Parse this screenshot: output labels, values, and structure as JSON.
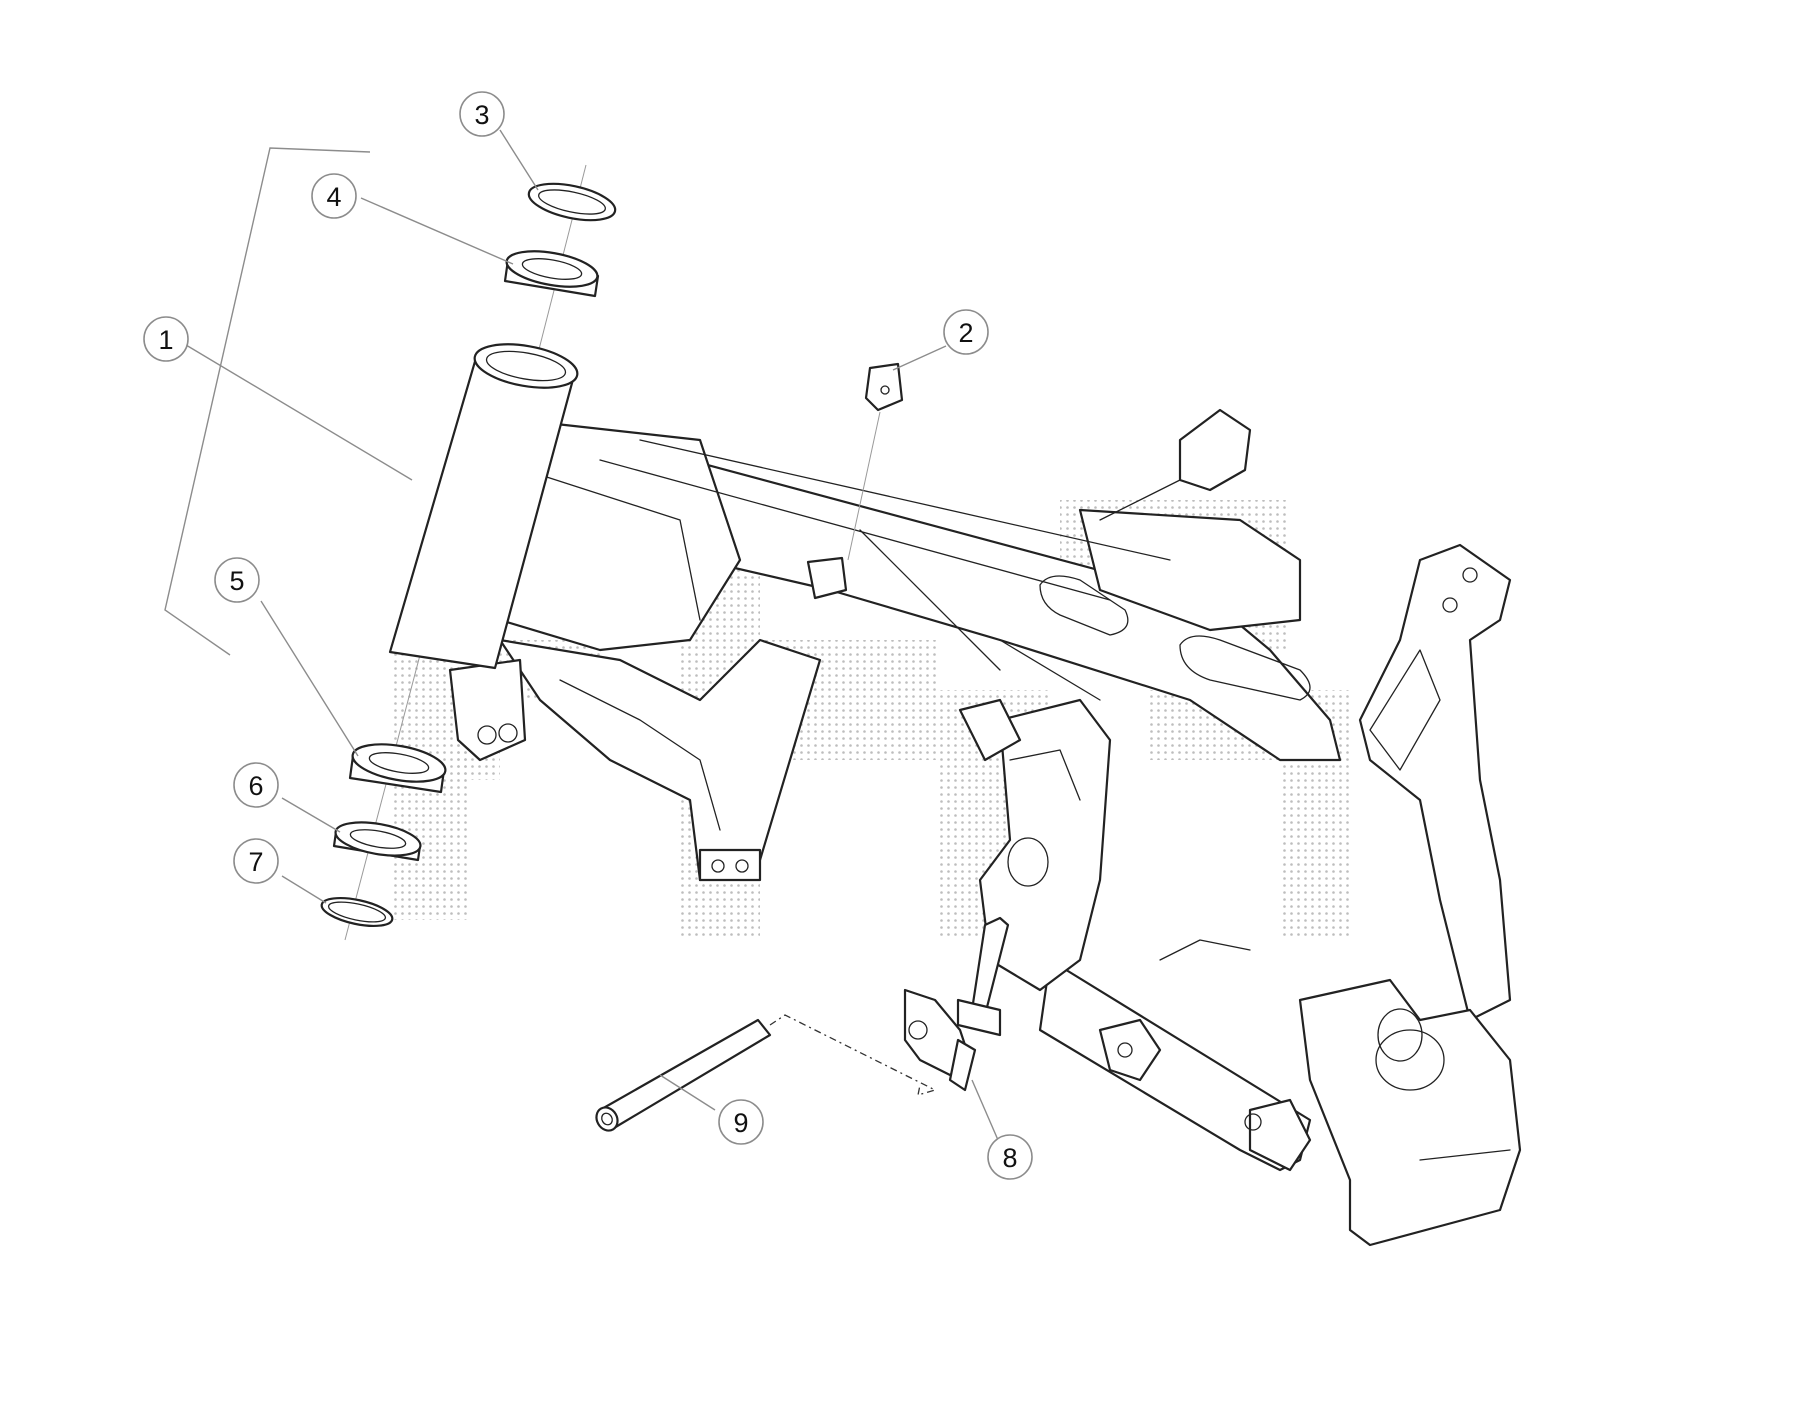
{
  "diagram": {
    "callouts": [
      {
        "label": "1"
      },
      {
        "label": "2"
      },
      {
        "label": "3"
      },
      {
        "label": "4"
      },
      {
        "label": "5"
      },
      {
        "label": "6"
      },
      {
        "label": "7"
      },
      {
        "label": "8"
      },
      {
        "label": "9"
      }
    ],
    "colors": {
      "line": "#222222",
      "leader": "#8c8c8c",
      "watermark": "#bdbdbd",
      "background": "#ffffff"
    }
  }
}
